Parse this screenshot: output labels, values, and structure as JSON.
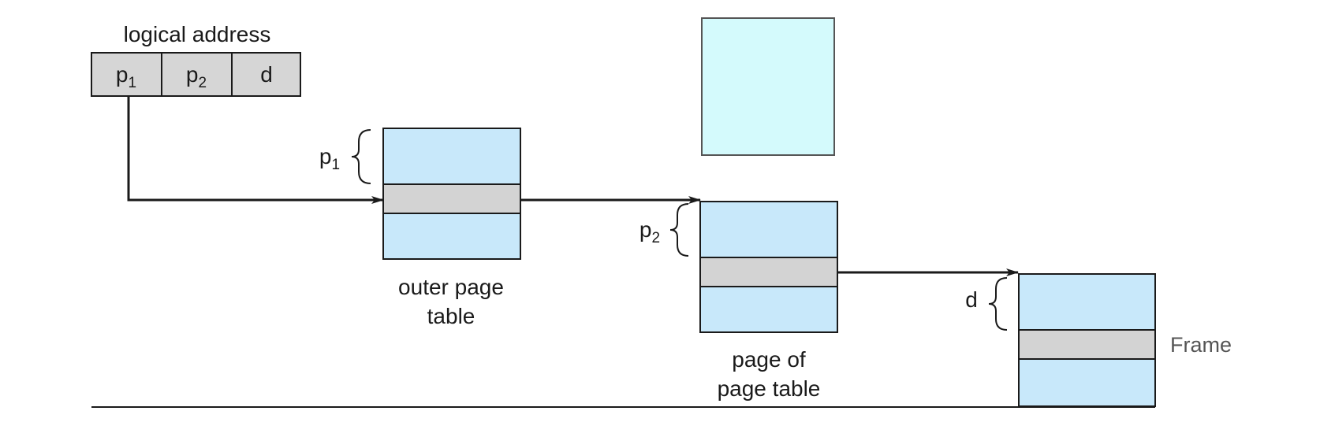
{
  "logical_address": {
    "title": "logical address",
    "fields": [
      {
        "base": "p",
        "sub": "1"
      },
      {
        "base": "p",
        "sub": "2"
      },
      {
        "base": "d",
        "sub": ""
      }
    ]
  },
  "outer_page_table": {
    "caption_line1": "outer page",
    "caption_line2": "table",
    "brace_label": {
      "base": "p",
      "sub": "1"
    }
  },
  "page_of_page_table": {
    "caption_line1": "page of",
    "caption_line2": "page table",
    "brace_label": {
      "base": "p",
      "sub": "2"
    }
  },
  "frame": {
    "label": "Frame",
    "brace_label": "d"
  },
  "colors": {
    "table_fill": "#c8e8fa",
    "entry_fill": "#d3d3d3",
    "address_fill": "#d6d6d6",
    "extra_box_fill": "#d4fafc",
    "stroke": "#1a1a1a"
  }
}
